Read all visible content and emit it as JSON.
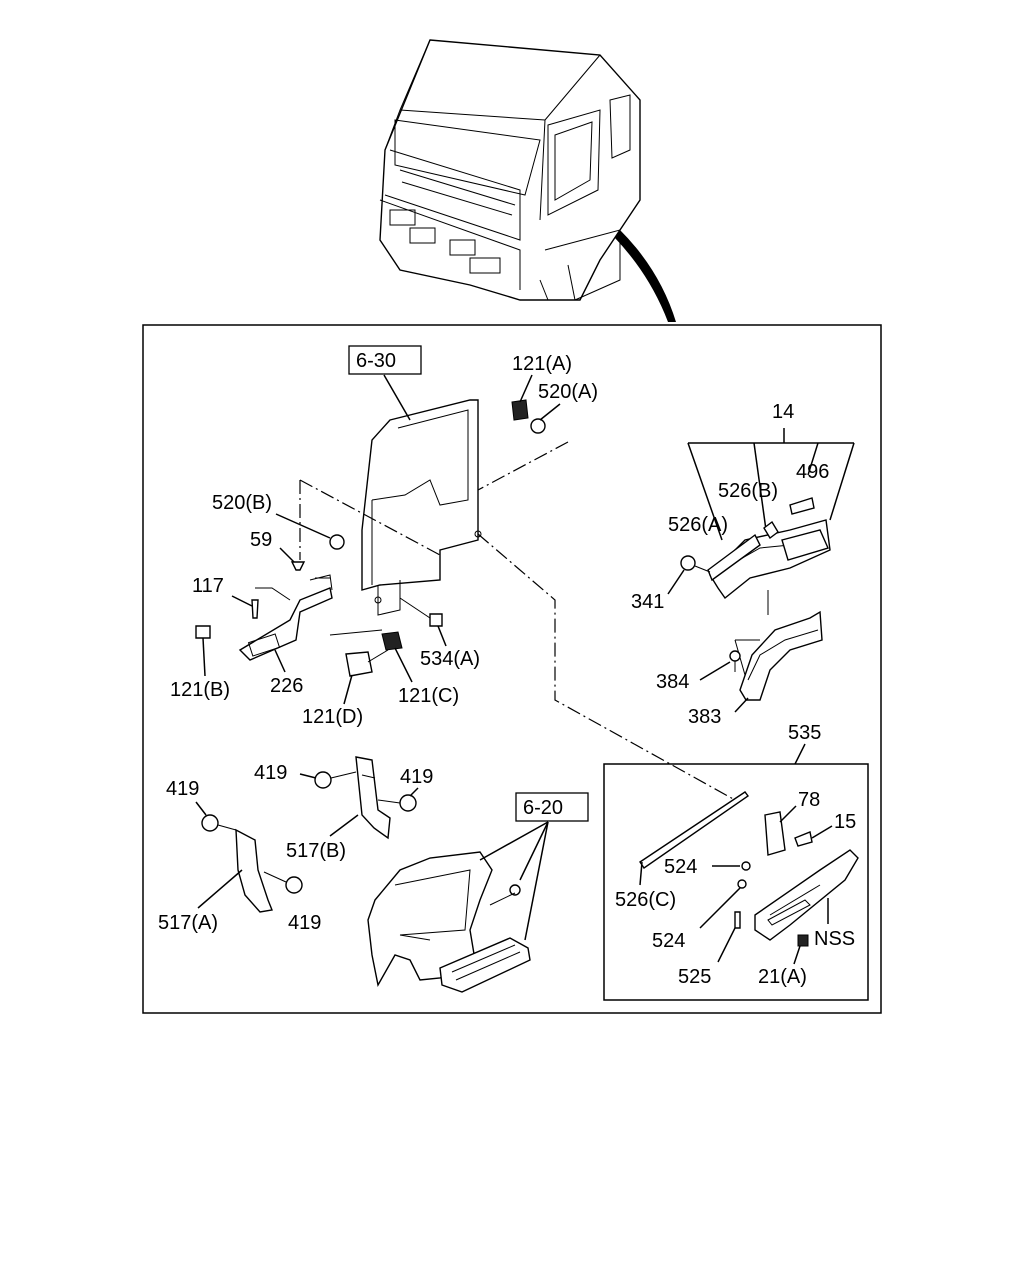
{
  "labels": {
    "ref_6_30": "6-30",
    "ref_6_20": "6-20",
    "p121A": "121(A)",
    "p520A": "520(A)",
    "p14": "14",
    "p496": "496",
    "p526B": "526(B)",
    "p526A": "526(A)",
    "p341": "341",
    "p520B": "520(B)",
    "p59": "59",
    "p117": "117",
    "p534A": "534(A)",
    "p121B": "121(B)",
    "p226": "226",
    "p121C": "121(C)",
    "p121D": "121(D)",
    "p384": "384",
    "p383": "383",
    "p535": "535",
    "p419a": "419",
    "p419b": "419",
    "p419c": "419",
    "p419d": "419",
    "p517B": "517(B)",
    "p517A": "517(A)",
    "p78": "78",
    "p15": "15",
    "p524a": "524",
    "p524b": "524",
    "p526C": "526(C)",
    "p525": "525",
    "pNSS": "NSS",
    "p21A": "21(A)"
  }
}
